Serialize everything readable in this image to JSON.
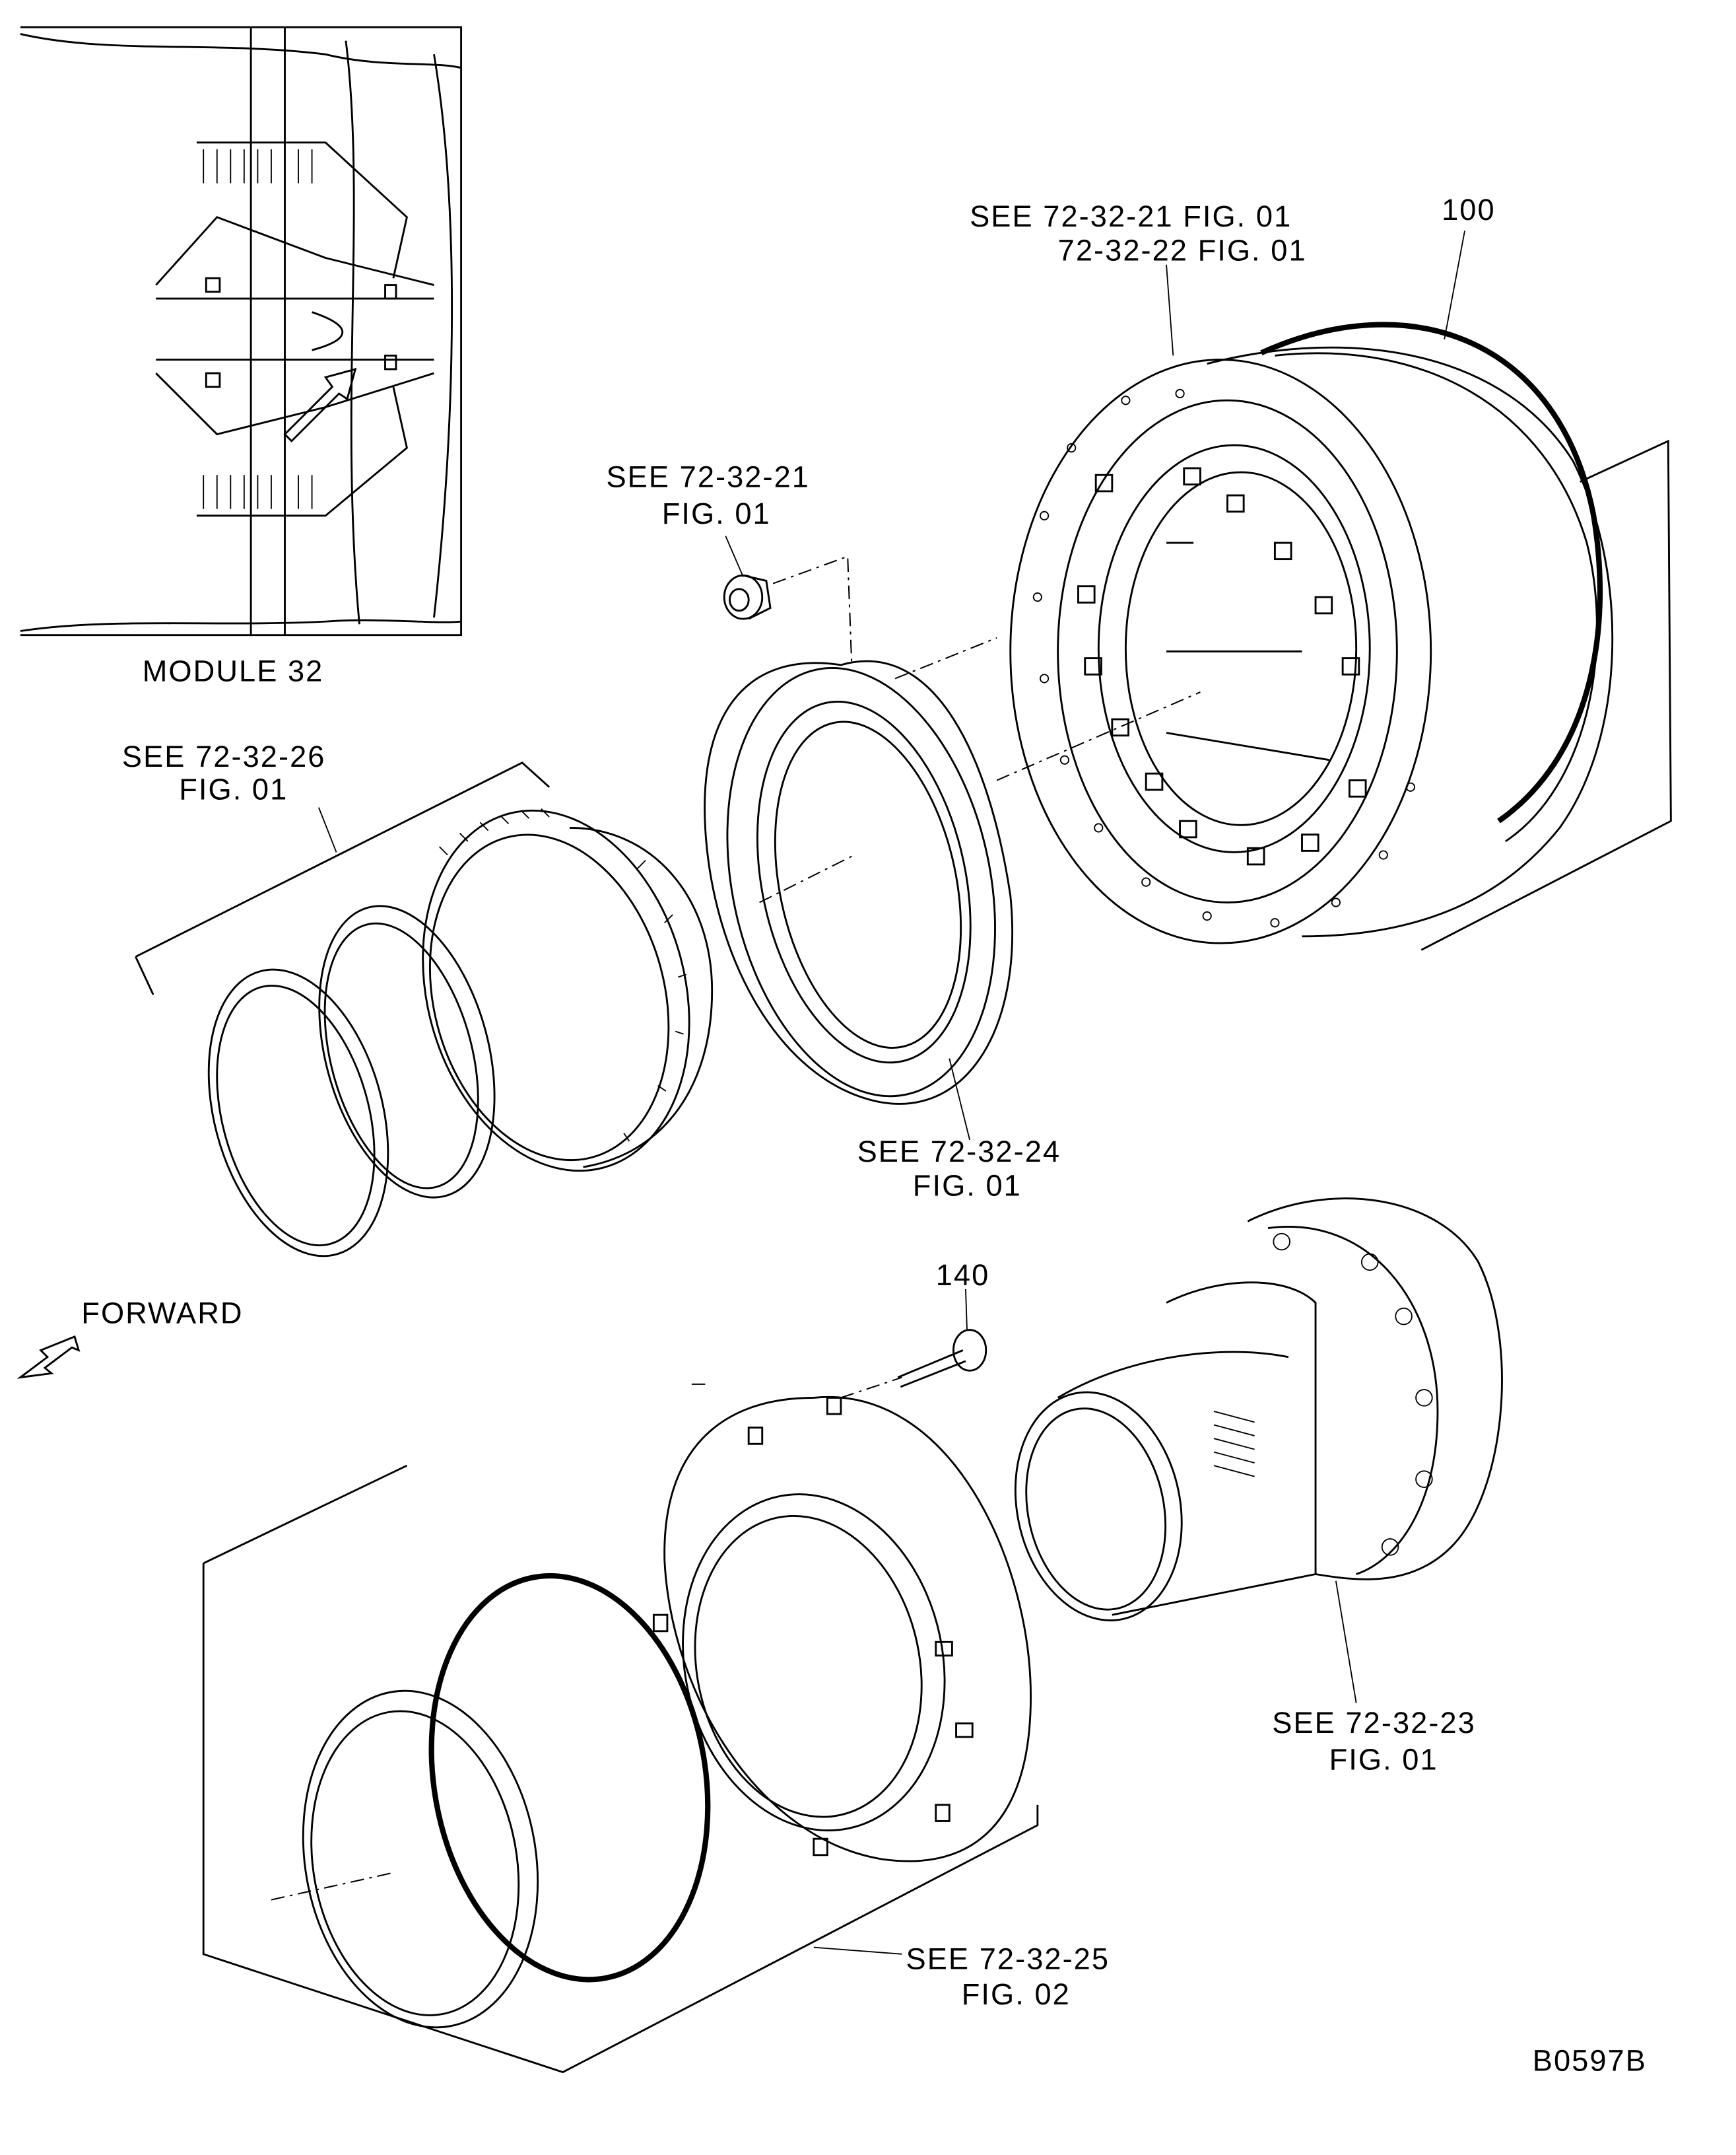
{
  "diagram": {
    "inset_label": "MODULE 32",
    "figure_code": "B0597B",
    "forward_label": "FORWARD",
    "callouts": {
      "case_ref_line1": "SEE  72-32-21  FIG. 01",
      "case_ref_line2": "72-32-22  FIG. 01",
      "item_100": "100",
      "nut_ref_line1": "SEE  72-32-21",
      "nut_ref_line2": "FIG. 01",
      "gear_ref_line1": "SEE  72-32-26",
      "gear_ref_line2": "FIG. 01",
      "flange_ref_line1": "SEE  72-32-24",
      "flange_ref_line2": "FIG. 01",
      "item_140": "140",
      "sleeve_ref_line1": "SEE  72-32-23",
      "sleeve_ref_line2": "FIG. 01",
      "housing_ref_line1": "SEE  72-32-25",
      "housing_ref_line2": "FIG. 02"
    }
  }
}
